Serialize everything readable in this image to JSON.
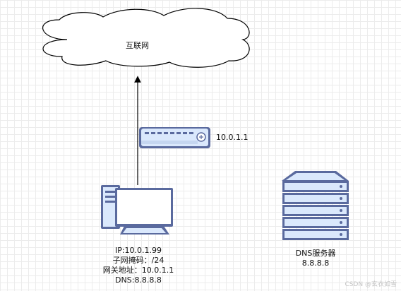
{
  "cloud": {
    "label": "互联网"
  },
  "router": {
    "ip": "10.0.1.1"
  },
  "pc": {
    "lines": [
      "IP:10.0.1.99",
      "子网掩码：/24",
      "网关地址：10.0.1.1",
      "DNS:8.8.8.8"
    ]
  },
  "dns_server": {
    "lines": [
      "DNS服务器",
      "8.8.8.8"
    ]
  },
  "watermark": "CSDN @玄衣如雪",
  "colors": {
    "device_fill": "#dae8fc",
    "device_stroke": "#6c8ebf",
    "device_dark": "#5a6a9e"
  }
}
